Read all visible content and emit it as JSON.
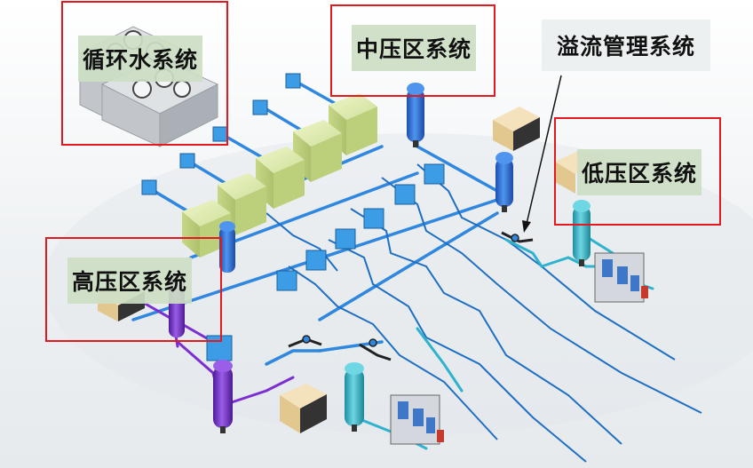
{
  "labels": {
    "circulating_water": "循环水系统",
    "medium_pressure": "中压区系统",
    "overflow_pipe": "溢流管理系统",
    "low_pressure": "低压区系统",
    "high_pressure": "高压区系统"
  },
  "colors": {
    "highlight_border": "#e3191f",
    "label_background": "#cddec4",
    "pipe_blue": "#2f87e0",
    "pipe_cyan": "#2eb3cf",
    "pipe_purple": "#7b2fd1",
    "compressor_green": "#d7e6a6",
    "air_tank_blue": "#2a6fd6",
    "air_tank_cyan": "#37b9cb",
    "air_tank_purple": "#7a3ad1",
    "dryer_tan": "#ead2a3",
    "cooling_tower_gray": "#c9ccd0"
  }
}
